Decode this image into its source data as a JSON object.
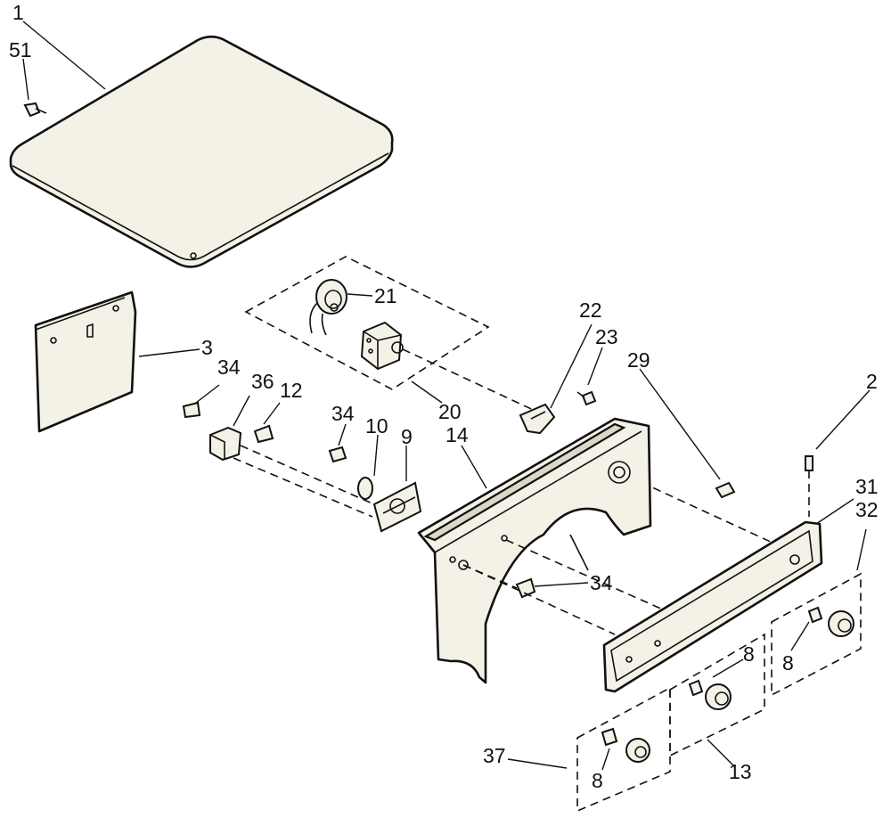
{
  "callouts": {
    "c1": "1",
    "c51": "51",
    "c21": "21",
    "c22": "22",
    "c23": "23",
    "c29": "29",
    "c3": "3",
    "c2": "2",
    "c20": "20",
    "c34a": "34",
    "c36": "36",
    "c12": "12",
    "c34b": "34",
    "c10": "10",
    "c9": "9",
    "c14": "14",
    "c31": "31",
    "c32": "32",
    "c34c": "34",
    "c8a": "8",
    "c8b": "8",
    "c8c": "8",
    "c37": "37",
    "c13": "13"
  },
  "parts": {
    "top_panel": "1",
    "top_screw": "51",
    "rear_panel": "3",
    "motor_timer_assembly": "20",
    "timer_motor": "21",
    "bracket": "22",
    "bracket_screw": "23",
    "console_screw": "29",
    "console_base": "14",
    "control_panel": "31",
    "knob_kit_a": "32",
    "knob_kit_b": "13",
    "knob_kit_c": "37",
    "knob_insert": "8",
    "pin": "2"
  }
}
